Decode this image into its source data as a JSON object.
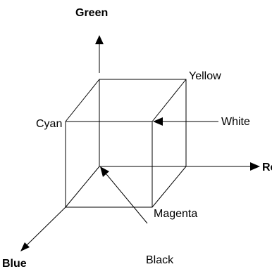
{
  "axes": {
    "green": "Green",
    "red": "Red",
    "blue": "Blue"
  },
  "corners": {
    "yellow": "Yellow",
    "cyan": "Cyan",
    "white": "White",
    "magenta": "Magenta",
    "black": "Black"
  },
  "colors": {
    "ink": "#000000",
    "background": "#ffffff"
  }
}
